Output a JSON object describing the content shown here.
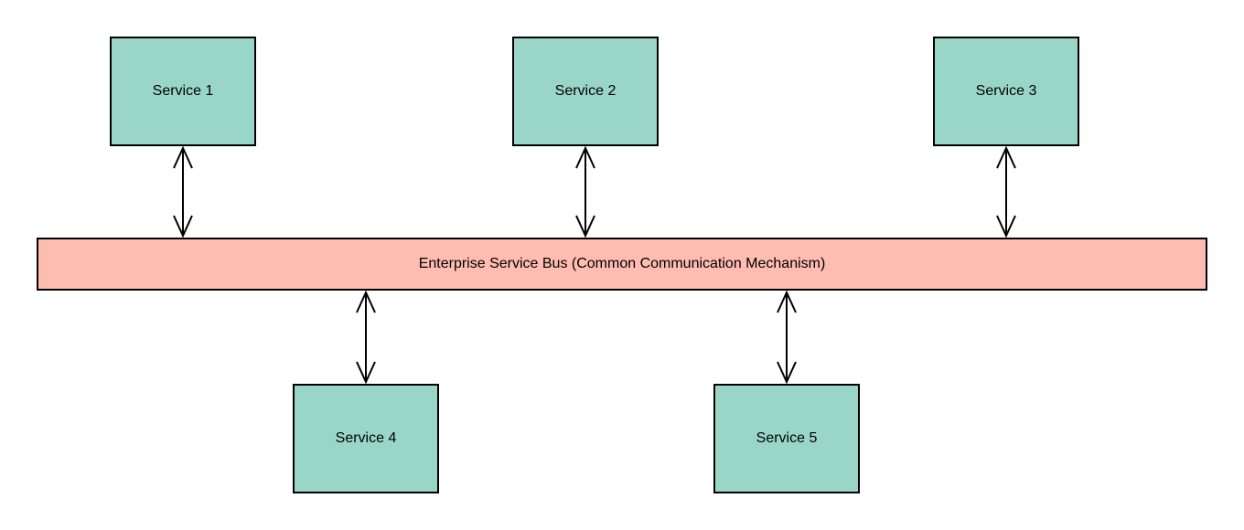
{
  "diagram": {
    "bus": {
      "label": "Enterprise Service Bus (Common Communication Mechanism)",
      "fill": "#ffbcb1"
    },
    "services": [
      {
        "label": "Service 1",
        "side": "above-bus"
      },
      {
        "label": "Service 2",
        "side": "above-bus"
      },
      {
        "label": "Service 3",
        "side": "above-bus"
      },
      {
        "label": "Service 4",
        "side": "below-bus"
      },
      {
        "label": "Service 5",
        "side": "below-bus"
      }
    ],
    "connections": [
      {
        "from": "Service 1",
        "to": "Enterprise Service Bus",
        "style": "double-headed-arrow"
      },
      {
        "from": "Service 2",
        "to": "Enterprise Service Bus",
        "style": "double-headed-arrow"
      },
      {
        "from": "Service 3",
        "to": "Enterprise Service Bus",
        "style": "double-headed-arrow"
      },
      {
        "from": "Service 4",
        "to": "Enterprise Service Bus",
        "style": "double-headed-arrow"
      },
      {
        "from": "Service 5",
        "to": "Enterprise Service Bus",
        "style": "double-headed-arrow"
      }
    ],
    "colors": {
      "service_fill": "#99d6c8",
      "bus_fill": "#ffbcb1",
      "stroke": "#000000",
      "text": "#000000",
      "background": "#ffffff"
    }
  }
}
